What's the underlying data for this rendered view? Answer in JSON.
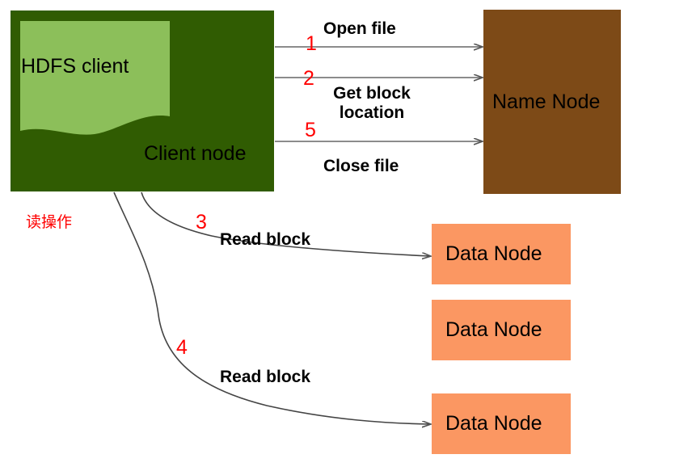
{
  "diagram": {
    "title_note": "读操作",
    "nodes": {
      "client_node": {
        "label": "Client node",
        "inner_label": "HDFS client",
        "color": "#305C02",
        "inner_color": "#8CBF5A"
      },
      "name_node": {
        "label": "Name Node",
        "color": "#7D4A17"
      },
      "data_nodes": [
        {
          "label": "Data Node",
          "color": "#FB9762"
        },
        {
          "label": "Data Node",
          "color": "#FB9762"
        },
        {
          "label": "Data Node",
          "color": "#FB9762"
        }
      ]
    },
    "edges": [
      {
        "step": "1",
        "label": "Open file",
        "from": "Client node",
        "to": "Name Node"
      },
      {
        "step": "2",
        "label": "Get block\nlocation",
        "label_line1": "Get block",
        "label_line2": "location",
        "from": "Client node",
        "to": "Name Node"
      },
      {
        "step": "3",
        "label": "Read block",
        "from": "Client node",
        "to": "Data Node"
      },
      {
        "step": "4",
        "label": "Read block",
        "from": "Client node",
        "to": "Data Node"
      },
      {
        "step": "5",
        "label": "Close file",
        "from": "Client node",
        "to": "Name Node"
      }
    ],
    "step_number_color": "#FF0000",
    "note_color": "#FF0000",
    "arrow_color": "#555555",
    "background": "#FFFFFF"
  }
}
